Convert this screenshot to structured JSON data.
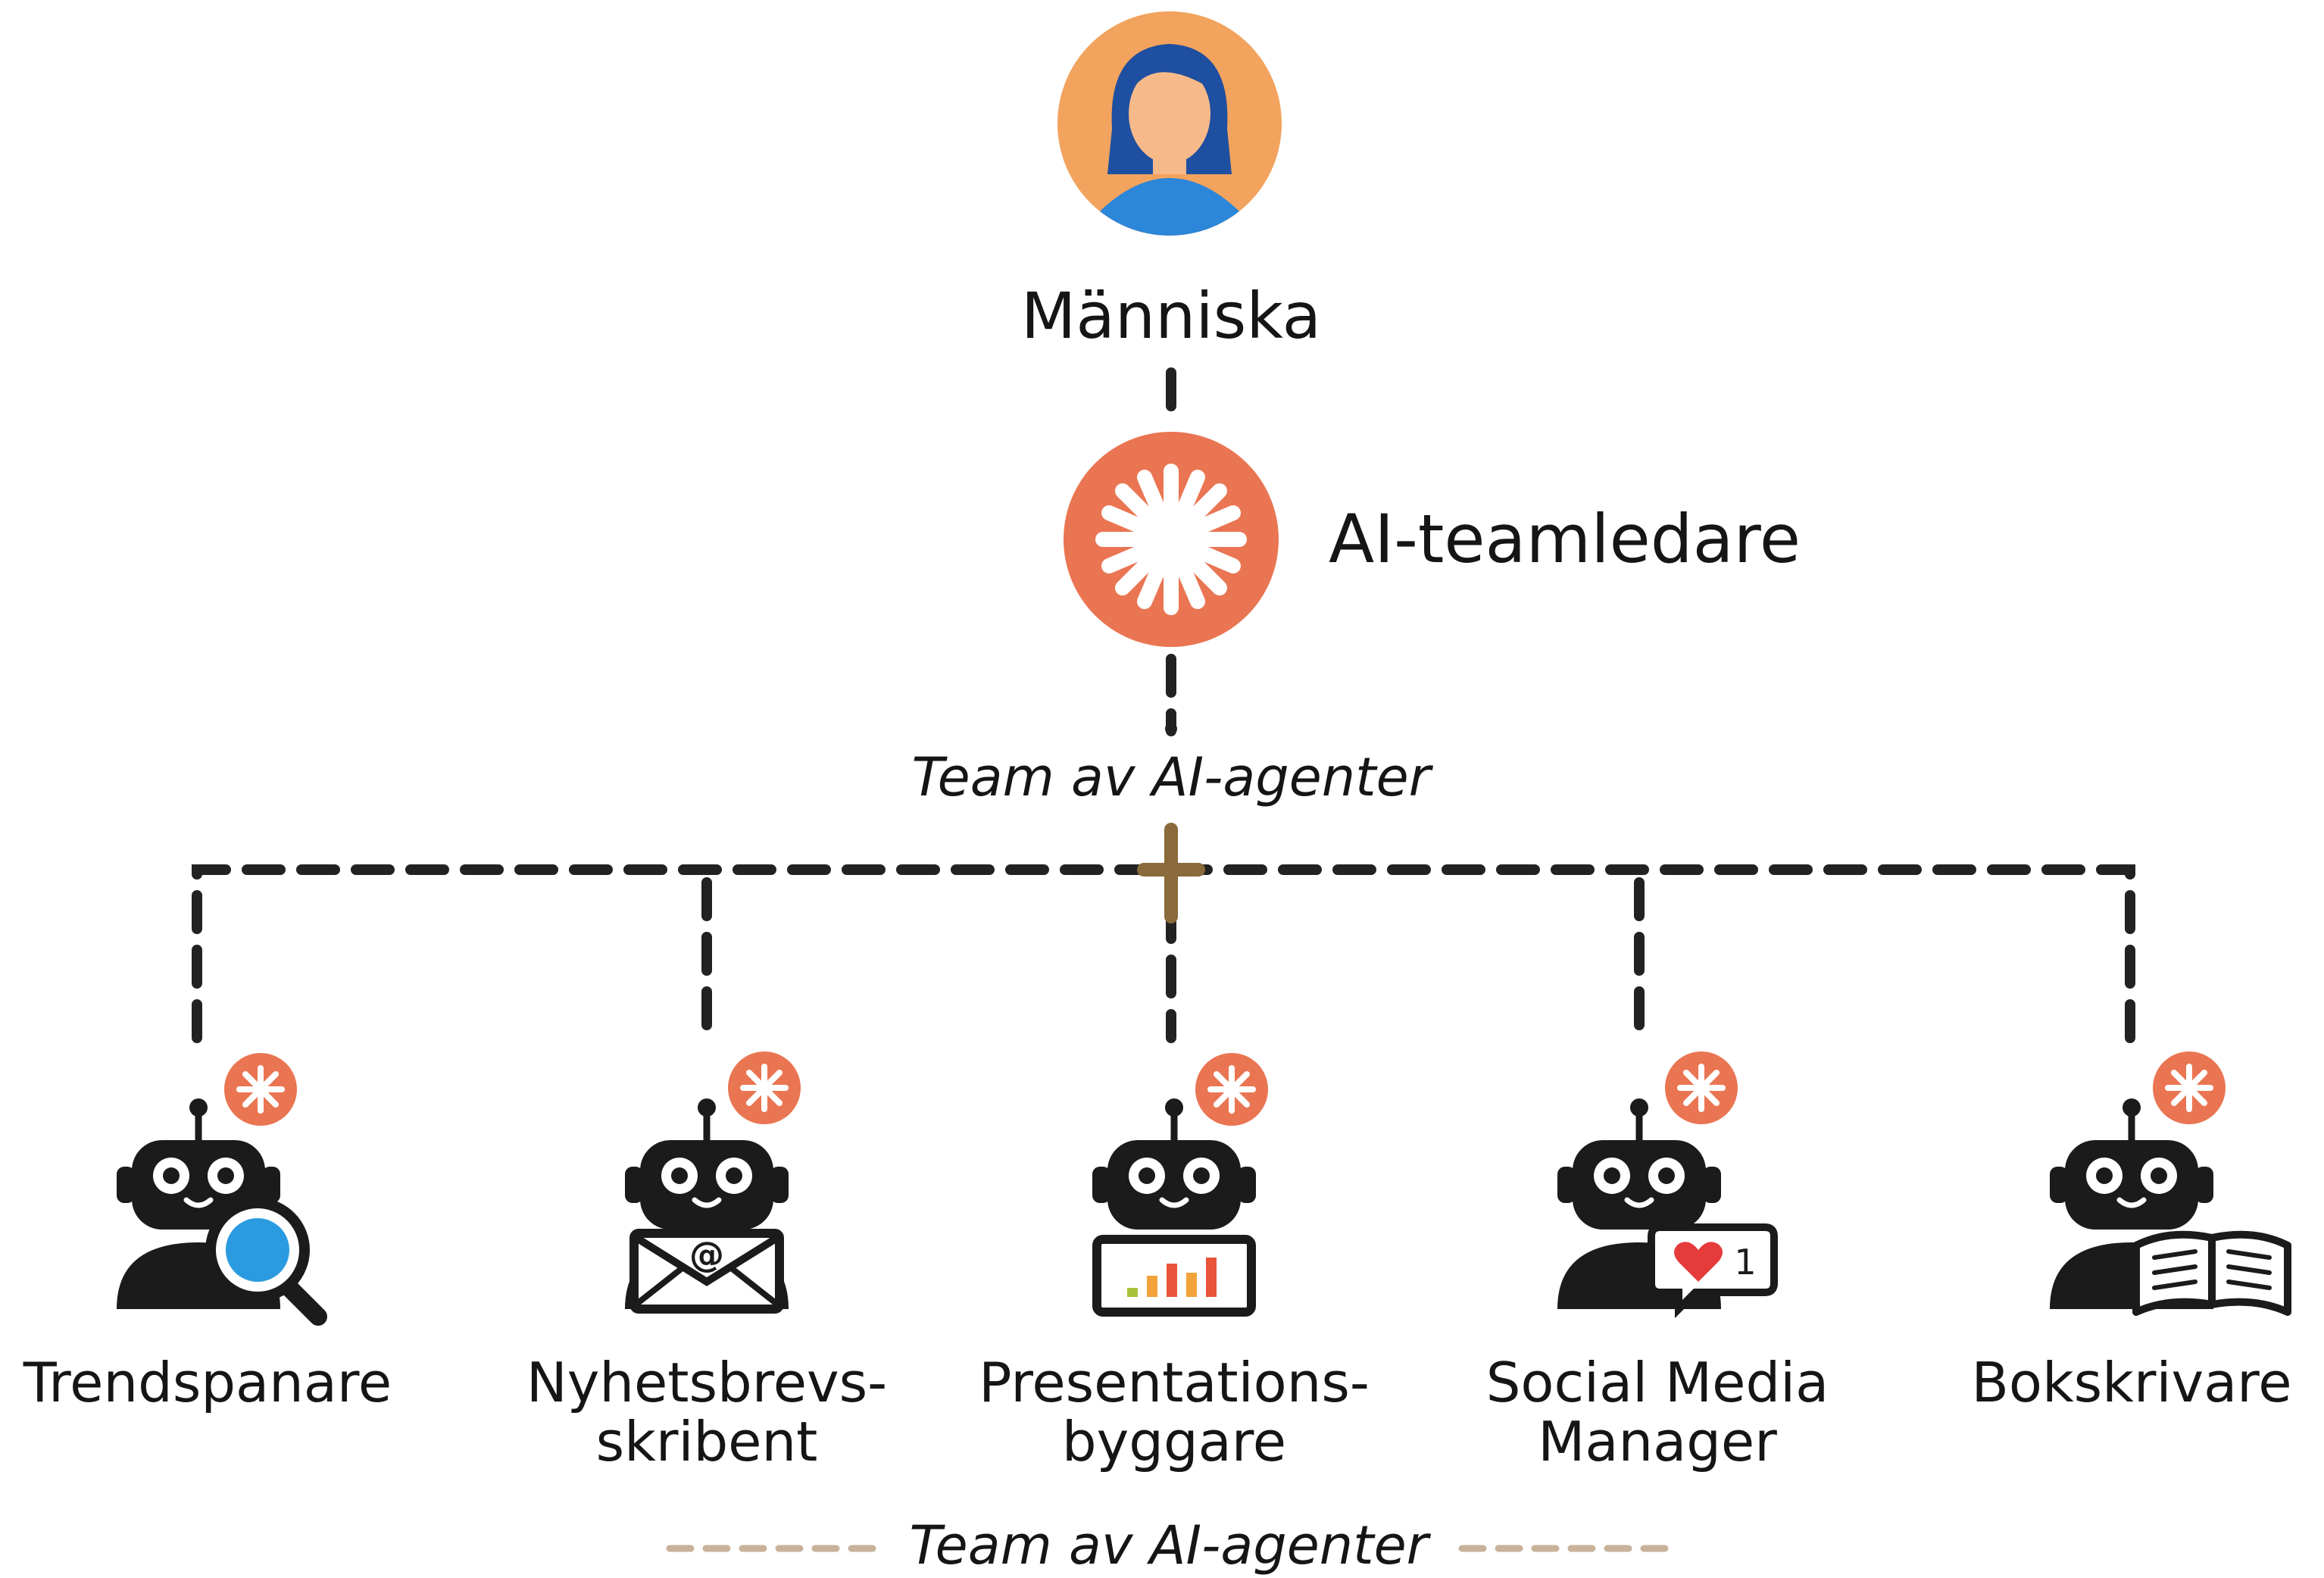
{
  "human": {
    "label": "Människa",
    "icon": "person-avatar-icon",
    "colors": {
      "circle": "#f2a35e",
      "hair": "#1f4fa0",
      "shirt": "#2c86d9",
      "skin": "#f6b98a"
    }
  },
  "lead": {
    "label": "AI-teamledare",
    "icon": "sparkle-burst-icon",
    "color": "#ea7552"
  },
  "team_label": "Team av AI-agenter",
  "agents": [
    {
      "name": "Trendspanare",
      "label_lines": [
        "Trendspanare"
      ],
      "icon": "magnifier-icon"
    },
    {
      "name": "Nyhetsbrevs-skribent",
      "label_lines": [
        "Nyhetsbrevs-",
        "skribent"
      ],
      "icon": "envelope-at-icon"
    },
    {
      "name": "Presentations-byggare",
      "label_lines": [
        "Presentations-",
        "byggare"
      ],
      "icon": "bar-chart-icon"
    },
    {
      "name": "Social Media Manager",
      "label_lines": [
        "Social Media",
        "Manager"
      ],
      "icon": "heart-notification-icon",
      "badge_count": "1"
    },
    {
      "name": "Bokskrivare",
      "label_lines": [
        "Bokskrivare"
      ],
      "icon": "open-book-icon"
    }
  ],
  "footer_label": "Team av AI-agenter",
  "colors": {
    "accent": "#ea7552",
    "line": "#222222",
    "junction": "#8a6a3a",
    "footer_dash": "#c8b29a",
    "robot": "#1b1b1b"
  }
}
